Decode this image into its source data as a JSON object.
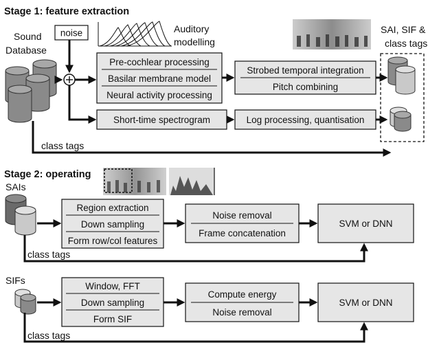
{
  "stage1": {
    "title": "Stage 1: feature extraction",
    "sound_database": [
      "Sound",
      "Database"
    ],
    "noise": "noise",
    "auditory": [
      "Auditory",
      "modelling"
    ],
    "processing_box": [
      "Pre-cochlear processing",
      "Basilar membrane model",
      "Neural activity processing"
    ],
    "strobed_box": [
      "Strobed temporal integration",
      "Pitch combining"
    ],
    "spectrogram_box": "Short-time spectrogram",
    "log_box": "Log processing, quantisation",
    "output_label": [
      "SAI, SIF &",
      "class tags"
    ],
    "class_tags": "class tags"
  },
  "stage2": {
    "title": "Stage 2: operating",
    "sais": "SAIs",
    "sai_box1": [
      "Region extraction",
      "Down sampling",
      "Form row/col features"
    ],
    "sai_box2": [
      "Noise removal",
      "Frame concatenation"
    ],
    "sai_classifier": "SVM or DNN",
    "sai_class_tags": "class tags",
    "sifs": "SIFs",
    "sif_box1": [
      "Window, FFT",
      "Down sampling",
      "Form SIF"
    ],
    "sif_box2": [
      "Compute energy",
      "Noise removal"
    ],
    "sif_classifier": "SVM or DNN",
    "sif_class_tags": "class tags"
  },
  "colors": {
    "box_fill": "#e6e6e6",
    "db_dark": "#8a8a8a",
    "db_light": "#c9c9c9",
    "line": "#111111"
  },
  "icons": [
    "database-icon",
    "summing-junction-icon",
    "filterbank-curves-icon",
    "sai-image-icon",
    "arrow-icon"
  ]
}
